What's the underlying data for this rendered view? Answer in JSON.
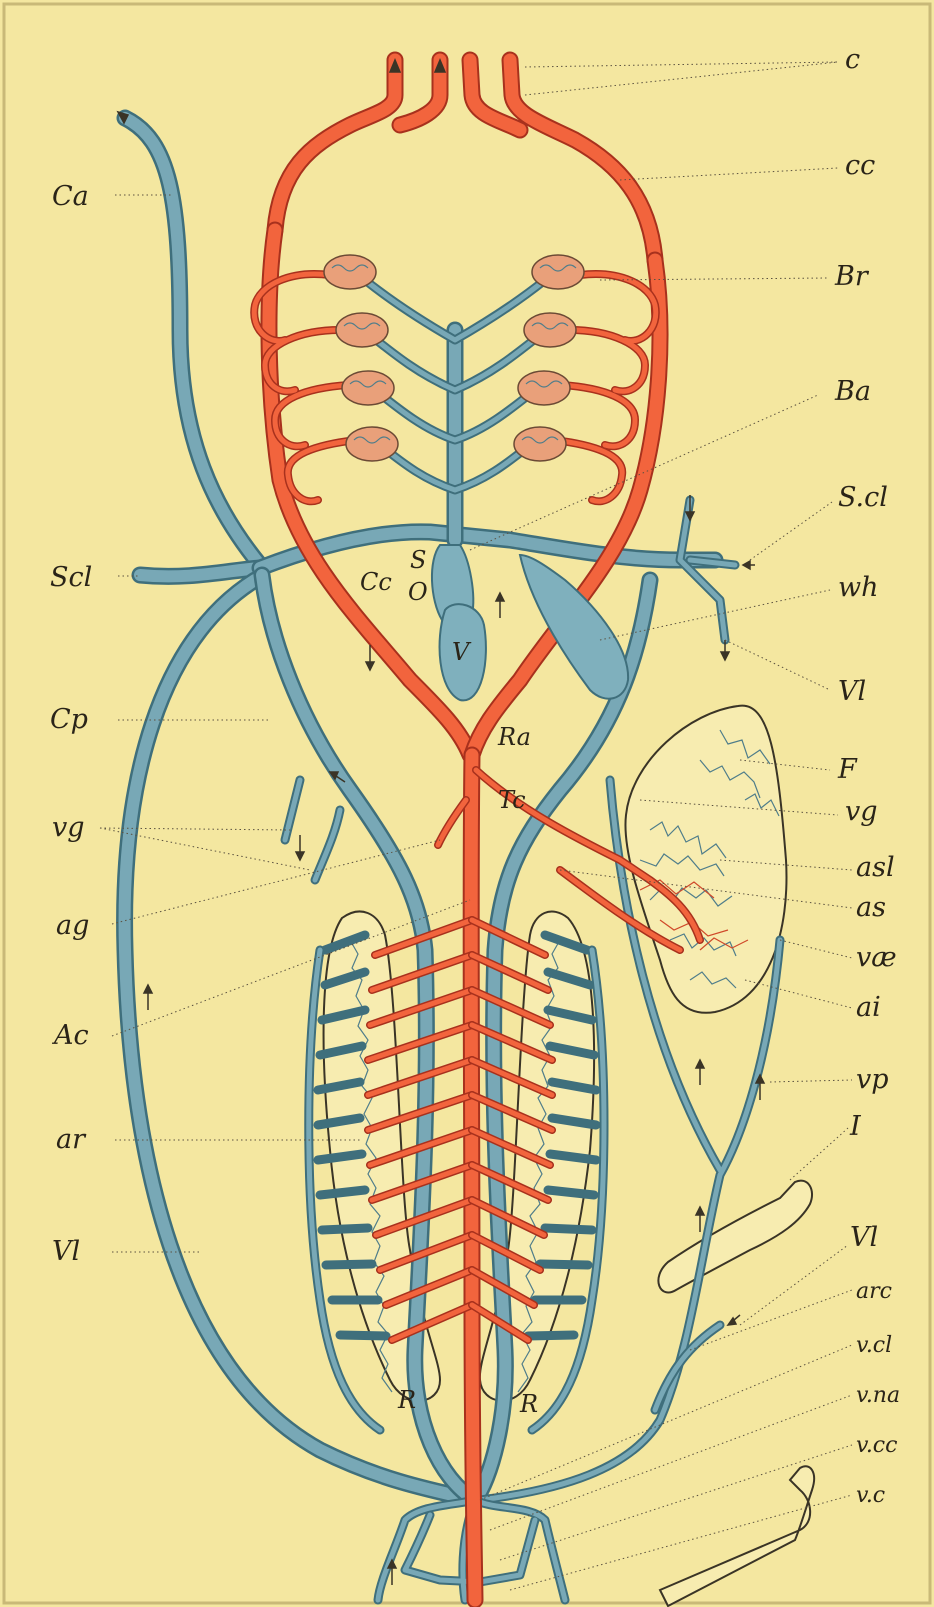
{
  "plate": {
    "labels_left": {
      "ca": "Ca",
      "scl": "Scl",
      "cp": "Cp",
      "vg": "vg",
      "ag": "ag",
      "ac": "Ac",
      "ar": "ar",
      "vl": "Vl"
    },
    "labels_right": {
      "c": "c",
      "cc": "cc",
      "br": "Br",
      "ba": "Ba",
      "scl": "S.cl",
      "wh": "wh",
      "vl_upper": "Vl",
      "f": "F",
      "vg": "vg",
      "asl": "asl",
      "as": "as",
      "ve": "væ",
      "ai": "ai",
      "vp": "vp",
      "i": "I",
      "vl_lower": "Vl",
      "arc": "arc",
      "vcl": "v.cl",
      "vna": "v.na",
      "vcc": "v.cc",
      "vc": "v.c"
    },
    "labels_inline": {
      "s": "S",
      "o": "O",
      "cc": "Cc",
      "v": "V",
      "ra": "Ra",
      "tc": "Tc",
      "r_left": "R",
      "r_right": "R"
    },
    "colors": {
      "background": "#f4e7a0",
      "artery": "#f2643d",
      "artery_outline": "#a8311d",
      "vein": "#78a8b6",
      "vein_outline": "#3f6f7c"
    }
  }
}
